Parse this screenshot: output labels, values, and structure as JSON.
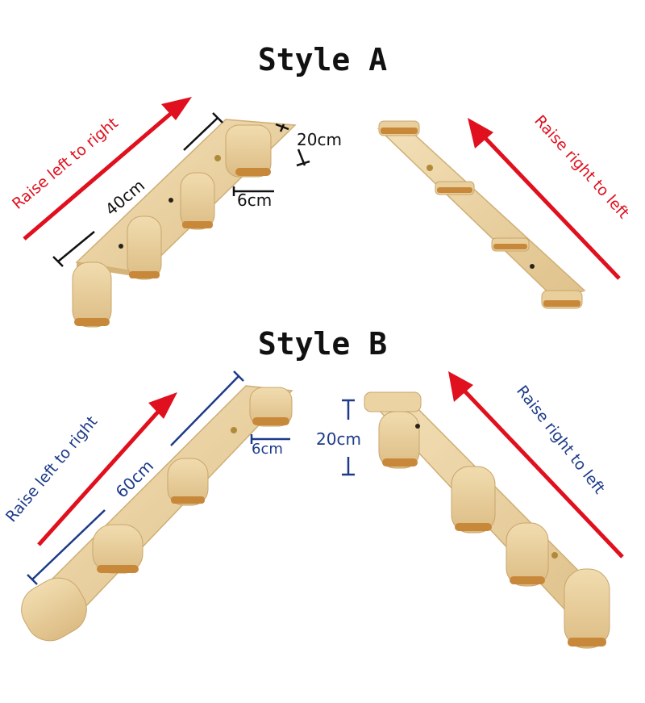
{
  "style_a": {
    "title": "Style A",
    "left_arrow": "Raise left to right",
    "right_arrow": "Raise right to left",
    "length": "40cm",
    "height": "20cm",
    "width": "6cm"
  },
  "style_b": {
    "title": "Style B",
    "left_arrow": "Raise left to right",
    "right_arrow": "Raise right to left",
    "length": "60cm",
    "height": "20cm",
    "width": "6cm"
  },
  "colors": {
    "arrow_red": "#e0101e",
    "label_navy": "#1d3b8a",
    "wood": "#ecd3a2",
    "wood_dark": "#cfae74",
    "ply_edge": "#c8883a"
  }
}
